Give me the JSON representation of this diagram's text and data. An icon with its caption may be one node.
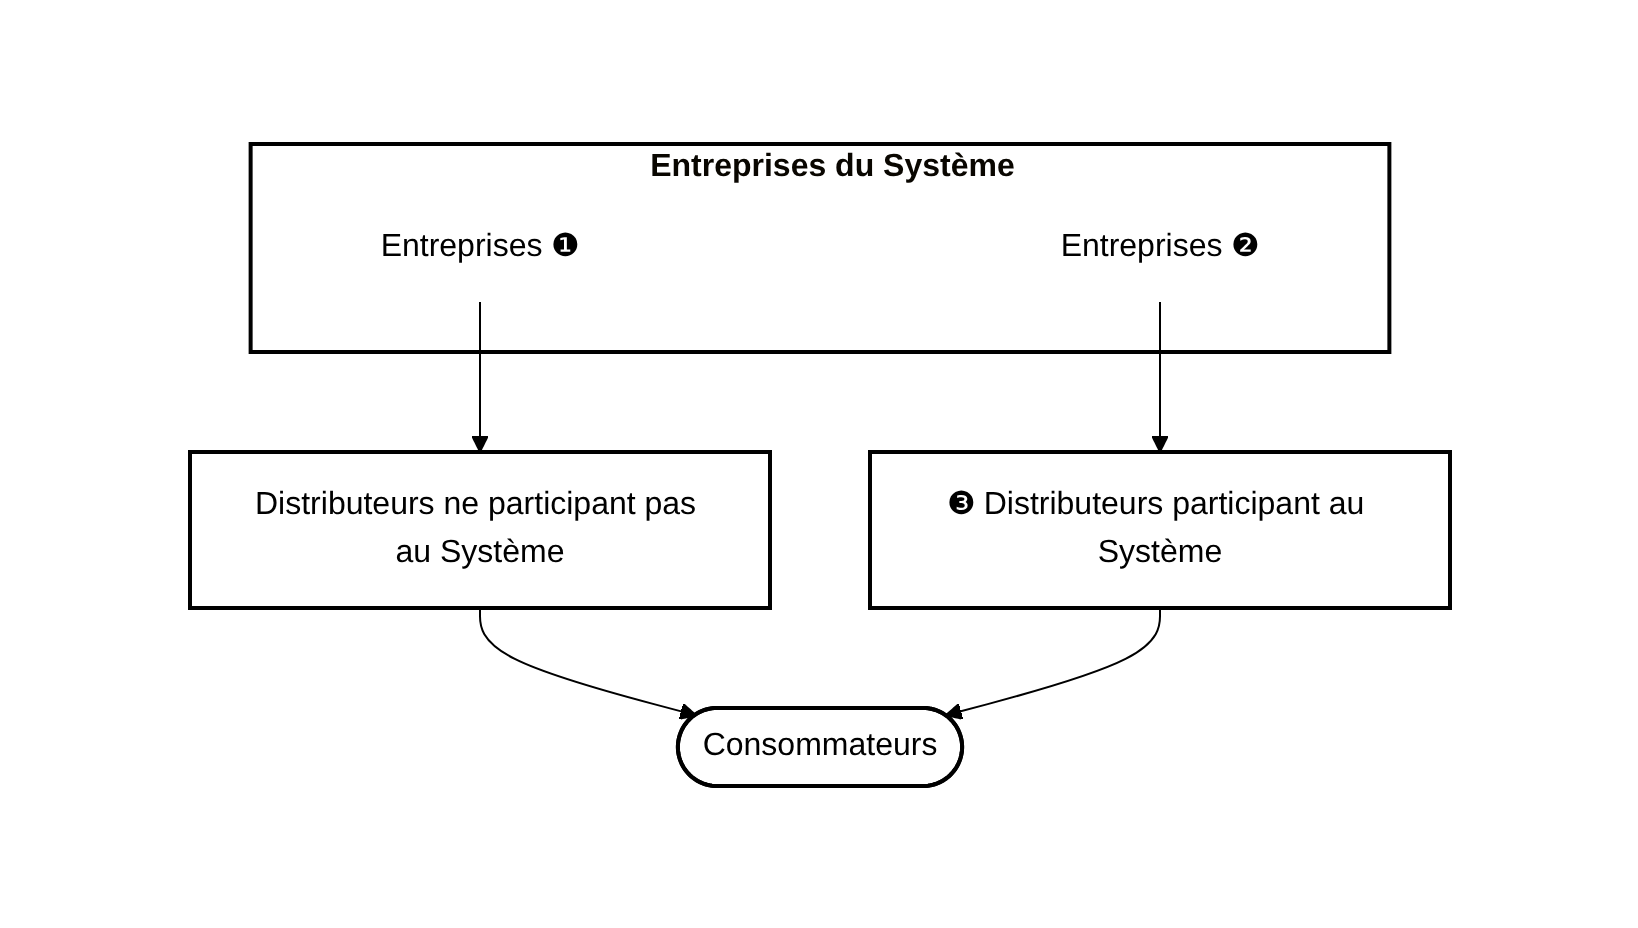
{
  "diagram": {
    "nodes": [
      {
        "text": [
          "Entreprises du Système"
        ]
      },
      {
        "text": [
          "Entreprises ❶"
        ],
        "in": 0
      },
      {
        "text": [
          "Entreprises ❷"
        ],
        "in": 0
      },
      {
        "text": [
          "Distributeurs ne participant pas au Système"
        ]
      },
      {
        "text": [
          "❸ Distributeurs participant au Système"
        ]
      },
      {
        "text": [
          "Consommateurs"
        ]
      }
    ],
    "edges": [
      {
        "from": 1,
        "to": 3,
        "arrow": "to"
      },
      {
        "from": 2,
        "to": 4,
        "arrow": "to"
      },
      {
        "from": 3,
        "to": 5,
        "arrow": "to"
      },
      {
        "from": 4,
        "to": 5,
        "arrow": "to"
      }
    ]
  }
}
